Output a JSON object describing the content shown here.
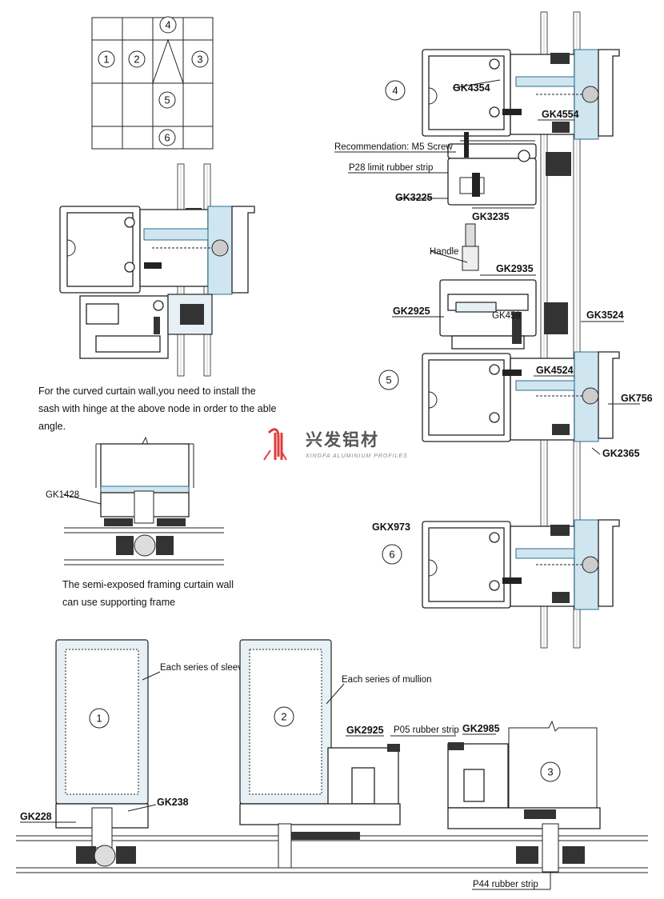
{
  "colors": {
    "line": "#222222",
    "aluminium_fill": "#e6f0f5",
    "blue_profile": "#cfe6f0",
    "logo_red": "#e03c3c"
  },
  "grid_key": {
    "markers": [
      "1",
      "2",
      "3",
      "4",
      "5",
      "6"
    ]
  },
  "callouts": {
    "n4": "4",
    "n5": "5",
    "n6": "6"
  },
  "labels": {
    "gk4354": "GK4354",
    "gk4554": "GK4554",
    "rec_screw": "Recommendation: M5 Screw",
    "p28": "P28 limit rubber strip",
    "gk3225": "GK3225",
    "gk3235": "GK3235",
    "handle": "Handle",
    "gk2935": "GK2935",
    "gk2925": "GK2925",
    "gk459": "GK459",
    "gk3524": "GK3524",
    "gk4524": "GK4524",
    "gk756": "GK756",
    "gk2365": "GK2365",
    "gkx973": "GKX973",
    "gk1428": "GK1428",
    "gk228": "GK228",
    "gk238": "GK238",
    "sleeve": "Each series of sleeve",
    "mullion": "Each series of mullion",
    "gk2925b": "GK2925",
    "p05": "P05 rubber strip",
    "gk2985": "GK2985",
    "p44": "P44 rubber strip"
  },
  "bottom_markers": {
    "b1": "1",
    "b2": "2",
    "b3": "3"
  },
  "notes": {
    "curved": "For the curved curtain wall,you need to install the sash with hinge at the above node in order to the able angle.",
    "semi": "The semi-exposed framing curtain wall can use supporting frame"
  },
  "logo": {
    "cn": "兴发铝材",
    "en": "XINGFA ALUMINIUM PROFILES"
  }
}
